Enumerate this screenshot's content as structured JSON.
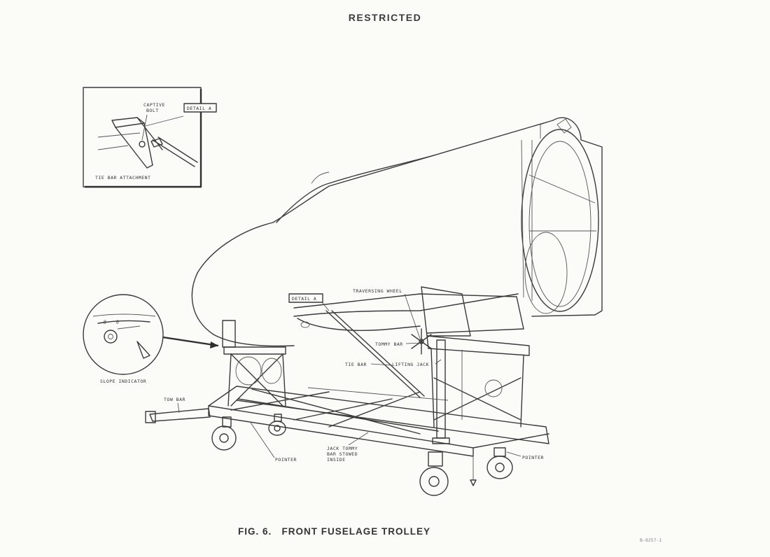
{
  "header": {
    "classification": "RESTRICTED"
  },
  "figure": {
    "caption": "FIG. 6.   FRONT FUSELAGE TROLLEY",
    "reference": "B-8257-1"
  },
  "labels": {
    "detail_a_box": "DETAIL A",
    "captive_bolt_line1": "CAPTIVE",
    "captive_bolt_line2": "BOLT",
    "tie_bar_attachment": "TIE BAR ATTACHMENT",
    "detail_a_callout": "DETAIL A",
    "traversing_wheel": "TRAVERSING WHEEL",
    "tommy_bar": "TOMMY BAR",
    "tie_bar": "TIE BAR",
    "lifting_jack": "LIFTING JACK",
    "slope_indicator": "SLOPE INDICATOR",
    "tow_bar": "TOW BAR",
    "pointer_left": "POINTER",
    "jack_tommy_line1": "JACK TOMMY",
    "jack_tommy_line2": "BAR STOWED",
    "jack_tommy_line3": "INSIDE",
    "pointer_right": "POINTER"
  }
}
